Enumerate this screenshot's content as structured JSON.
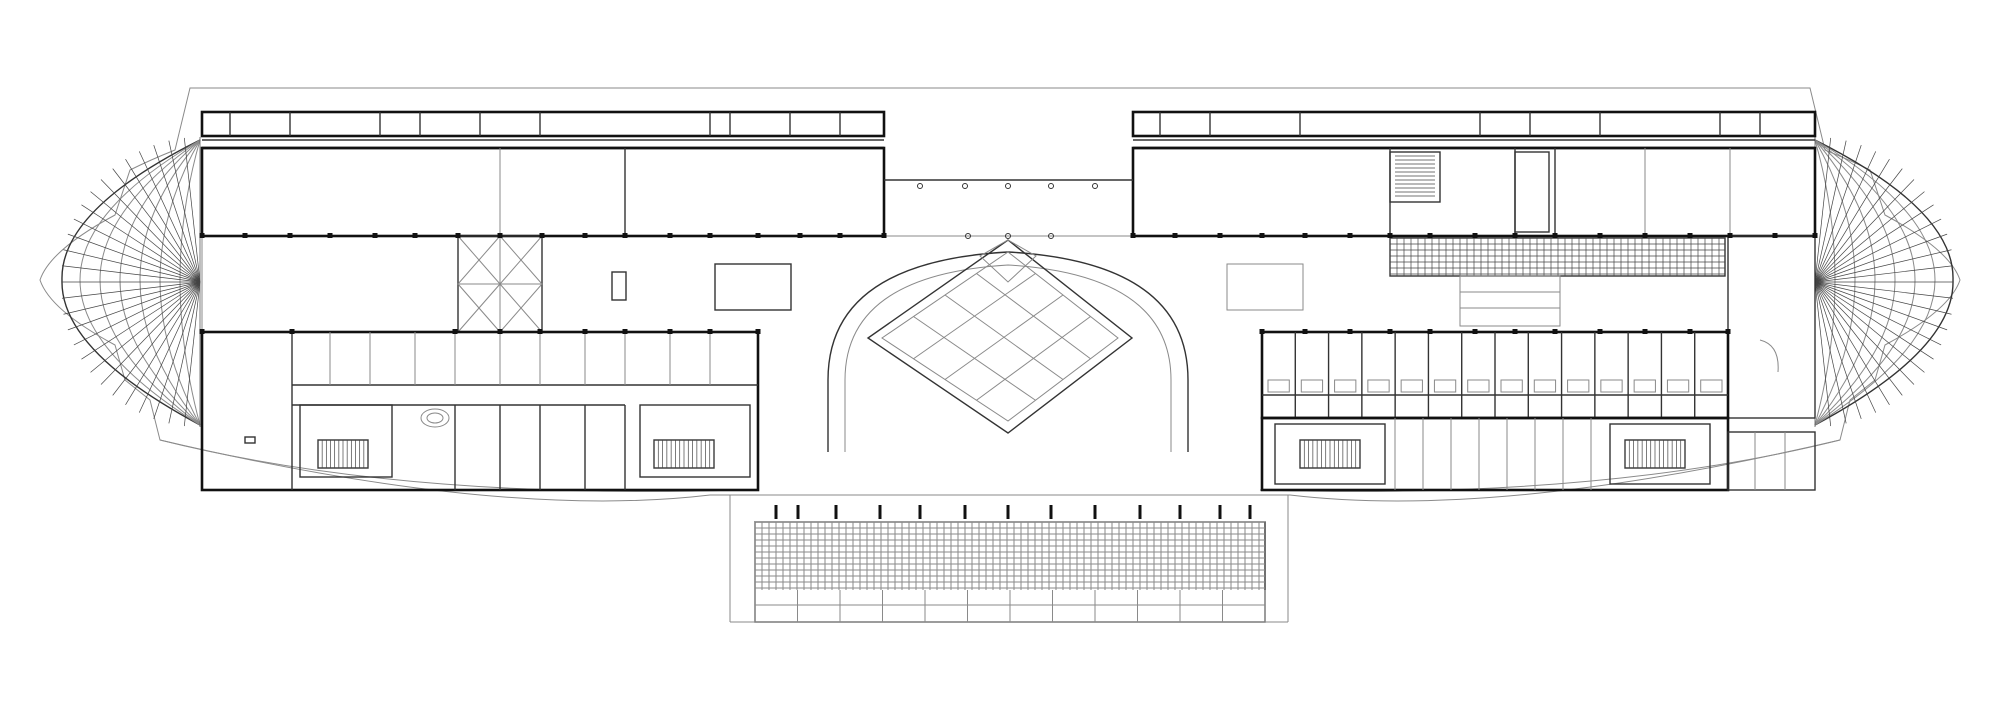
{
  "drawing": {
    "type": "architectural floor plan",
    "line_color": "#111111",
    "secondary_line_color": "#8a8a8a",
    "background": "#ffffff"
  },
  "wings": [
    "left-wing",
    "right-wing"
  ],
  "features": [
    "curved-glazed-ends",
    "central-arched-atrium",
    "diamond-skylight",
    "front-canopy-grid",
    "stair-cores",
    "guest-room-modules"
  ]
}
